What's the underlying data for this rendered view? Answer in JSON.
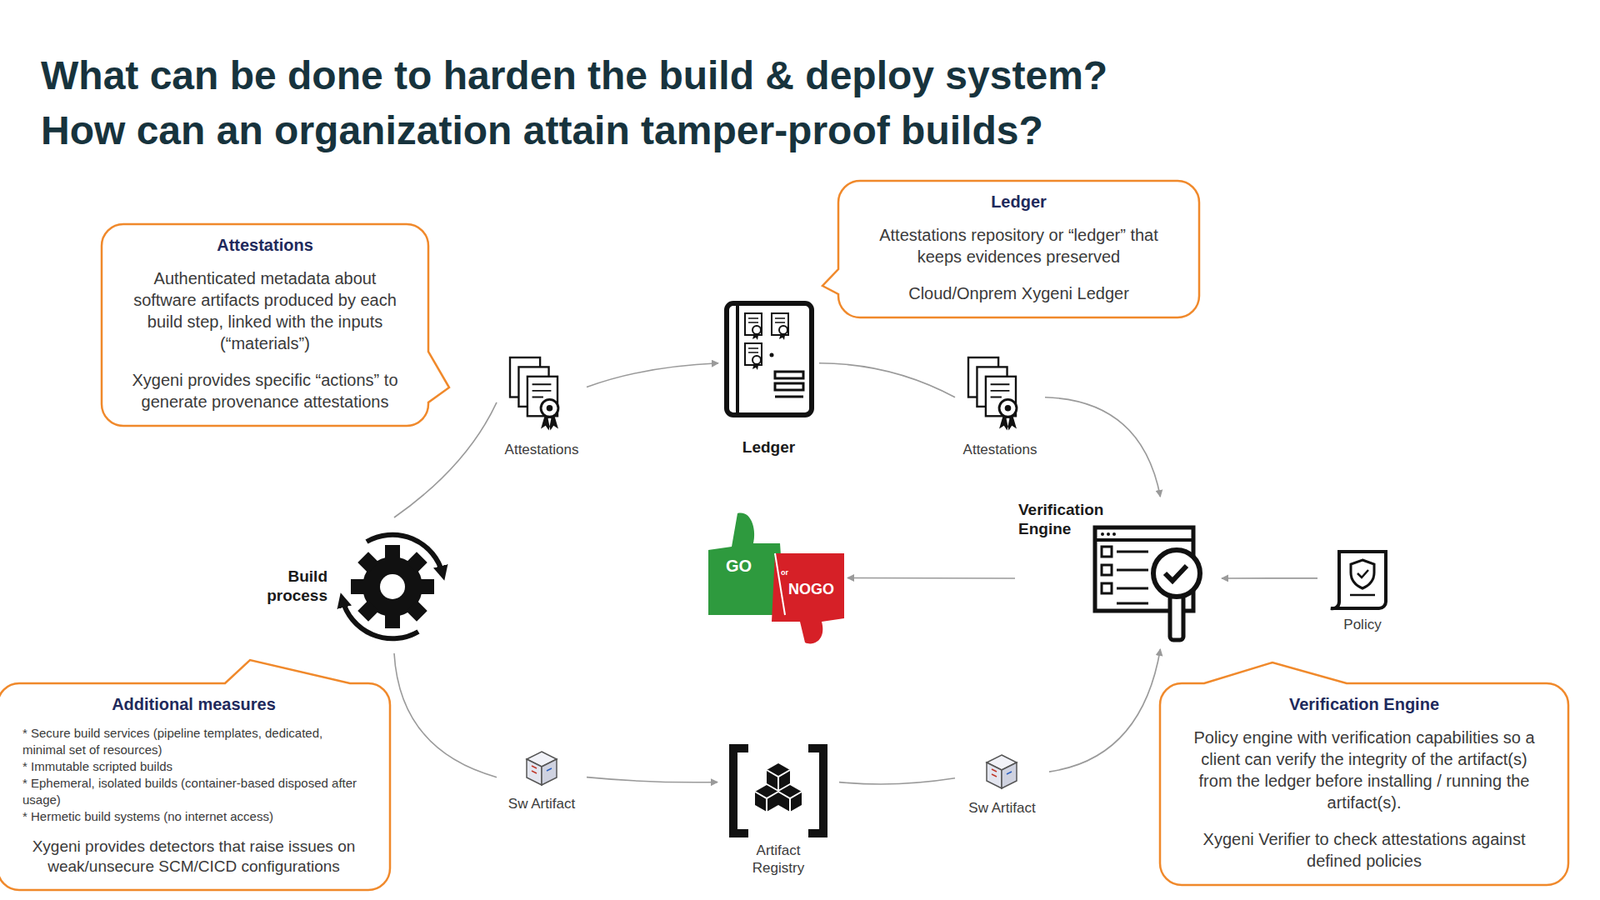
{
  "diagram": {
    "title": "What can be done to harden the build & deploy system? How can an organization attain tamper-proof builds?",
    "nodes": [
      {
        "text": [
          "Attestations",
          "Authenticated metadata about software artifacts produced by each build step, linked with the inputs (“materials”)",
          "Xygeni provides specific “actions” to generate provenance attestations"
        ]
      },
      {
        "text": [
          "Ledger",
          "Attestations repository or “ledger” that keeps evidences preserved",
          "Cloud/Onprem Xygeni Ledger"
        ]
      },
      {
        "text": [
          "Ledger"
        ]
      },
      {
        "text": [
          "Attestations"
        ]
      },
      {
        "text": [
          "Attestations"
        ]
      },
      {
        "text": [
          "Build process"
        ]
      },
      {
        "text": [
          "GO",
          "or",
          "NOGO"
        ]
      },
      {
        "text": [
          "Verification Engine"
        ]
      },
      {
        "text": [
          "Policy"
        ]
      },
      {
        "text": [
          "Additional measures",
          "* Secure build services (pipeline templates, dedicated, minimal set of resources)",
          "* Immutable scripted builds",
          "* Ephemeral, isolated builds (container-based disposed after usage)",
          "* Hermetic build systems (no internet access)",
          "Xygeni provides detectors that raise issues on weak/unsecure SCM/CICD configurations"
        ]
      },
      {
        "text": [
          "Sw Artifact"
        ]
      },
      {
        "text": [
          "Artifact Registry"
        ]
      },
      {
        "text": [
          "Sw Artifact"
        ]
      },
      {
        "text": [
          "Verification Engine",
          "Policy engine with verification capabilities so a client can verify the integrity of the artifact(s) from the ledger before installing / running the artifact(s).",
          "Xygeni Verifier to check attestations against defined policies"
        ]
      }
    ],
    "edges": [
      {
        "from": 5,
        "to": 3,
        "arrow": "none"
      },
      {
        "from": 3,
        "to": 2,
        "arrow": "to"
      },
      {
        "from": 2,
        "to": 4,
        "arrow": "none"
      },
      {
        "from": 4,
        "to": 7,
        "arrow": "to"
      },
      {
        "from": 8,
        "to": 7,
        "arrow": "to"
      },
      {
        "from": 7,
        "to": 6,
        "arrow": "to"
      },
      {
        "from": 5,
        "to": 10,
        "arrow": "none"
      },
      {
        "from": 10,
        "to": 11,
        "arrow": "to"
      },
      {
        "from": 11,
        "to": 12,
        "arrow": "none"
      },
      {
        "from": 12,
        "to": 7,
        "arrow": "to"
      }
    ]
  }
}
